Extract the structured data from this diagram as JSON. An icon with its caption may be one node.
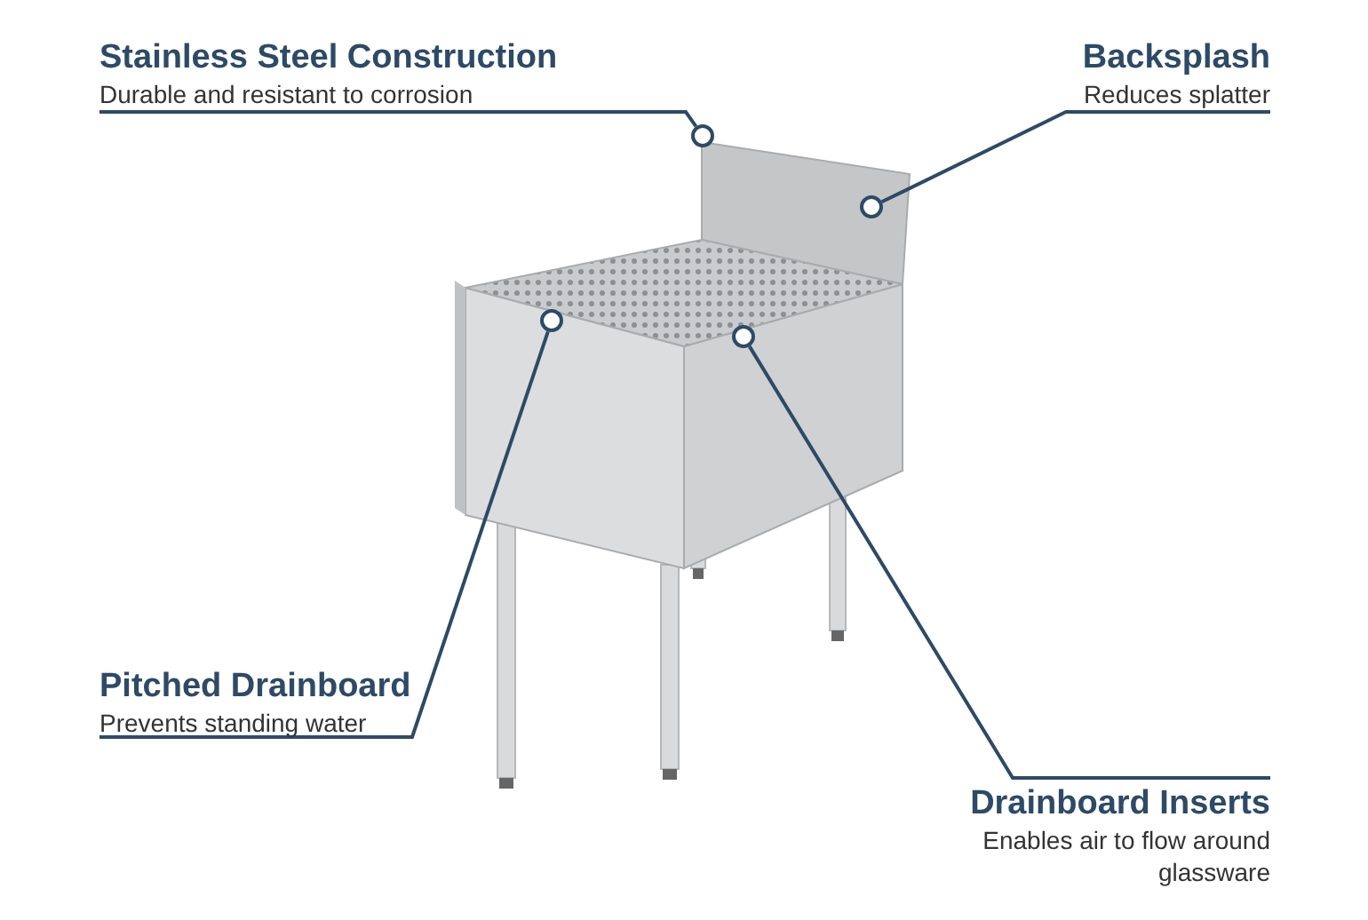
{
  "diagram": {
    "nodes": [
      {
        "text": [
          "Stainless Steel Construction",
          "Durable and resistant to corrosion"
        ]
      },
      {
        "text": [
          "Backsplash",
          "Reduces splatter"
        ]
      },
      {
        "text": [
          "Pitched Drainboard",
          "Prevents standing water"
        ]
      },
      {
        "text": [
          "Drainboard Inserts",
          "Enables air to flow around glassware"
        ]
      },
      {
        "text": [],
        "shape": "circle"
      },
      {
        "text": [],
        "shape": "circle"
      },
      {
        "text": [],
        "shape": "circle"
      },
      {
        "text": [],
        "shape": "circle"
      }
    ],
    "edges": [
      {
        "from": 0,
        "to": 4,
        "arrow": "none"
      },
      {
        "from": 1,
        "to": 5,
        "arrow": "none"
      },
      {
        "from": 2,
        "to": 6,
        "arrow": "none"
      },
      {
        "from": 3,
        "to": 7,
        "arrow": "none"
      }
    ]
  }
}
